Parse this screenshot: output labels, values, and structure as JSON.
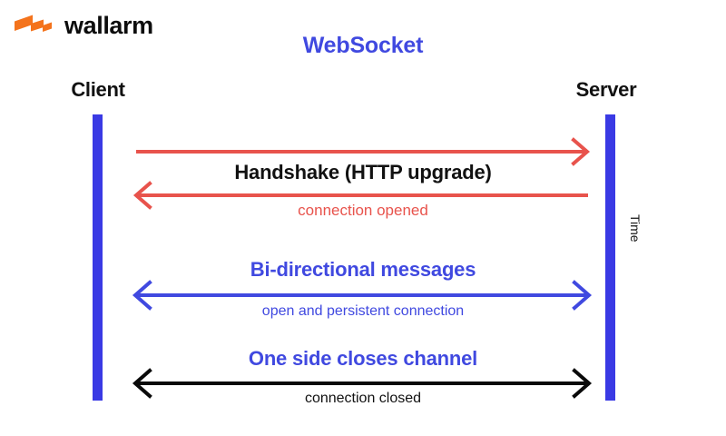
{
  "brand": {
    "name": "wallarm",
    "logo_icon": "wallarm-lightning-logo",
    "logo_color": "#F4731C"
  },
  "diagram": {
    "title": "WebSocket",
    "title_color": "#4049E0",
    "type": "sequence-diagram",
    "background": "#FFFFFF",
    "actors": [
      {
        "id": "client",
        "label": "Client",
        "lifeline_color": "#3A3AE4"
      },
      {
        "id": "server",
        "label": "Server",
        "lifeline_color": "#3A3AE4"
      }
    ],
    "axis": {
      "label": "Time",
      "orientation": "vertical",
      "direction": "downward"
    },
    "messages": [
      {
        "id": "handshake",
        "heading": "Handshake (HTTP upgrade)",
        "heading_color": "#111111",
        "subtext": "connection opened",
        "subtext_color": "#E8534C",
        "arrow_color": "#E8534C",
        "arrows": [
          {
            "direction": "right",
            "from": "client",
            "to": "server"
          },
          {
            "direction": "left",
            "from": "server",
            "to": "client"
          }
        ]
      },
      {
        "id": "bi-directional",
        "heading": "Bi-directional messages",
        "heading_color": "#4049E0",
        "subtext": "open and persistent connection",
        "subtext_color": "#4049E0",
        "arrow_color": "#4049E0",
        "arrows": [
          {
            "direction": "both",
            "from": "client",
            "to": "server"
          }
        ]
      },
      {
        "id": "close",
        "heading": "One side closes channel",
        "heading_color": "#4049E0",
        "subtext": "connection closed",
        "subtext_color": "#111111",
        "arrow_color": "#0A0A0A",
        "arrows": [
          {
            "direction": "both",
            "from": "client",
            "to": "server"
          }
        ]
      }
    ]
  }
}
